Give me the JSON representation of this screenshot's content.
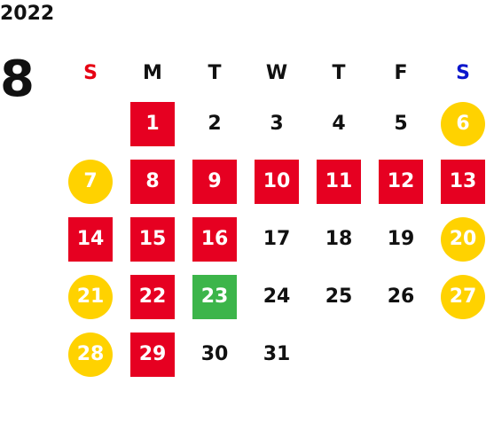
{
  "year": "2022",
  "month": "8",
  "colors": {
    "holiday": "#e60021",
    "weekend_circle": "#ffd200",
    "special": "#3cb54a",
    "sunday_header": "#e60012",
    "saturday_header": "#0a16cc"
  },
  "weekdays": [
    "S",
    "M",
    "T",
    "W",
    "T",
    "F",
    "S"
  ],
  "weeks": [
    [
      {
        "label": "",
        "style": "empty"
      },
      {
        "label": "1",
        "style": "holiday"
      },
      {
        "label": "2",
        "style": "plain"
      },
      {
        "label": "3",
        "style": "plain"
      },
      {
        "label": "4",
        "style": "plain"
      },
      {
        "label": "5",
        "style": "plain"
      },
      {
        "label": "6",
        "style": "weekend"
      }
    ],
    [
      {
        "label": "7",
        "style": "weekend"
      },
      {
        "label": "8",
        "style": "holiday"
      },
      {
        "label": "9",
        "style": "holiday"
      },
      {
        "label": "10",
        "style": "holiday"
      },
      {
        "label": "11",
        "style": "holiday"
      },
      {
        "label": "12",
        "style": "holiday"
      },
      {
        "label": "13",
        "style": "holiday"
      }
    ],
    [
      {
        "label": "14",
        "style": "holiday"
      },
      {
        "label": "15",
        "style": "holiday"
      },
      {
        "label": "16",
        "style": "holiday"
      },
      {
        "label": "17",
        "style": "plain"
      },
      {
        "label": "18",
        "style": "plain"
      },
      {
        "label": "19",
        "style": "plain"
      },
      {
        "label": "20",
        "style": "weekend"
      }
    ],
    [
      {
        "label": "21",
        "style": "weekend"
      },
      {
        "label": "22",
        "style": "holiday"
      },
      {
        "label": "23",
        "style": "special"
      },
      {
        "label": "24",
        "style": "plain"
      },
      {
        "label": "25",
        "style": "plain"
      },
      {
        "label": "26",
        "style": "plain"
      },
      {
        "label": "27",
        "style": "weekend"
      }
    ],
    [
      {
        "label": "28",
        "style": "weekend"
      },
      {
        "label": "29",
        "style": "holiday"
      },
      {
        "label": "30",
        "style": "plain"
      },
      {
        "label": "31",
        "style": "plain"
      },
      {
        "label": "",
        "style": "empty"
      },
      {
        "label": "",
        "style": "empty"
      },
      {
        "label": "",
        "style": "empty"
      }
    ]
  ]
}
